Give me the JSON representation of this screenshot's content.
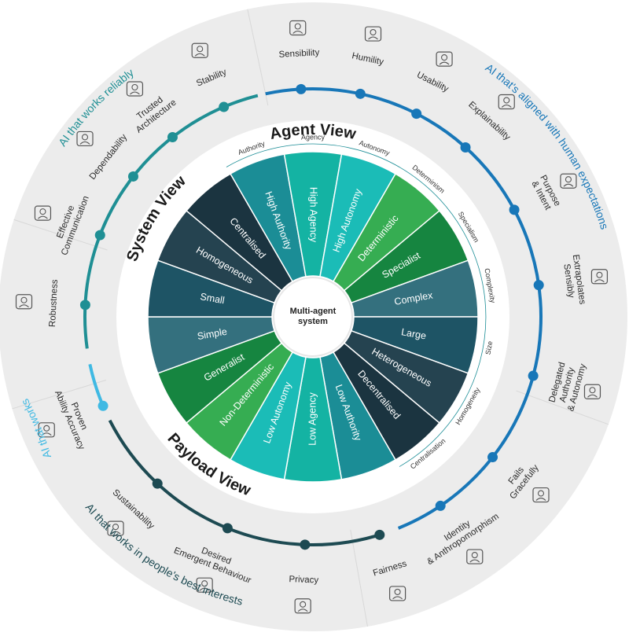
{
  "center_label": [
    "Multi-agent",
    "system"
  ],
  "colors": {
    "reliably": "#1f8f94",
    "expectations": "#1877b8",
    "works": "#3fb9e3",
    "interests": "#1d4a52",
    "outer_bg": "#ececec"
  },
  "views": [
    {
      "key": "agent",
      "label": "Agent View"
    },
    {
      "key": "system",
      "label": "System View"
    },
    {
      "key": "payload",
      "label": "Payload View"
    }
  ],
  "axes": [
    {
      "label": "Agency",
      "color": "#14b3a3",
      "high": "High Agency",
      "low": "Low Agency"
    },
    {
      "label": "Autonomy",
      "color": "#1bbcb7",
      "high": "High Autonomy",
      "low": "Low Autonomy"
    },
    {
      "label": "Determinism",
      "color": "#36ad52",
      "high": "Deterministic",
      "low": "Non-Deterministic"
    },
    {
      "label": "Specialism",
      "color": "#168540",
      "high": "Specialist",
      "low": "Generalist"
    },
    {
      "label": "Complexity",
      "color": "#34707e",
      "high": "Complex",
      "low": "Simple"
    },
    {
      "label": "Size",
      "color": "#1e5465",
      "high": "Large",
      "low": "Small"
    },
    {
      "label": "Homogeneity",
      "color": "#254350",
      "high": "Heterogeneous",
      "low": "Homogeneous"
    },
    {
      "label": "Centralisation",
      "color": "#1b3440",
      "high": "Decentralised",
      "low": "Centralised"
    },
    {
      "label": "Authority",
      "color": "#1b8d96",
      "high": "Low Authority",
      "low": "High Authority"
    }
  ],
  "regions": [
    {
      "key": "reliably",
      "label": "AI that works reliably",
      "color": "#1f8f94",
      "items": [
        "Stability",
        "Trusted Architecture",
        "Dependability",
        "Effective Communication",
        "Robustness"
      ]
    },
    {
      "key": "works",
      "label": "AI that works",
      "color": "#3fb9e3",
      "items": [
        "Proven Ability Accuracy"
      ]
    },
    {
      "key": "interests",
      "label": "AI that works in people's best interests",
      "color": "#1d4a52",
      "items": [
        "Sustainability",
        "Desired Emergent Behaviour",
        "Privacy",
        "Fairness"
      ]
    },
    {
      "key": "expectations",
      "label": "AI that's aligned with human expectations",
      "color": "#1877b8",
      "items": [
        "Sensibility",
        "Humility",
        "Usability",
        "Explainability",
        "Purpose & Intent",
        "Extrapolates Sensibly",
        "Delegated Authority & Autonomy",
        "Fails Gracefully",
        "Identity & Anthropomorphism"
      ]
    }
  ],
  "icons": [
    "hand-icon",
    "building-icon",
    "network-icon",
    "people-icon",
    "user-gear-icon",
    "thumbs-up-icon",
    "leaves-icon",
    "squiggle-icon",
    "camera-icon",
    "checkmark-card-icon",
    "person-icon",
    "warning-card-icon",
    "flag-icon",
    "arrow-branch-icon",
    "running-person-icon",
    "chart-board-icon",
    "touch-screen-icon",
    "group-icon",
    "presenter-icon"
  ]
}
